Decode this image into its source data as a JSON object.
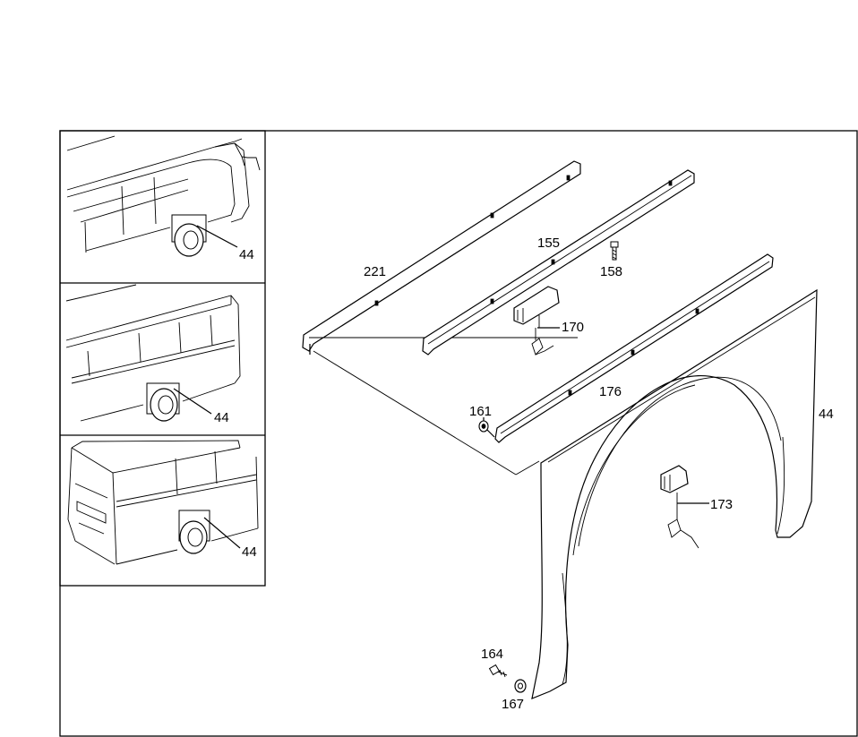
{
  "inset_views": [
    {
      "name": "inset-view-1",
      "callout": "44"
    },
    {
      "name": "inset-view-2",
      "callout": "44"
    },
    {
      "name": "inset-view-3",
      "callout": "44"
    }
  ],
  "main_view": {
    "parts": [
      {
        "name": "callout-221",
        "number": "221"
      },
      {
        "name": "callout-155",
        "number": "155"
      },
      {
        "name": "callout-158",
        "number": "158"
      },
      {
        "name": "callout-170",
        "number": "170"
      },
      {
        "name": "callout-176",
        "number": "176"
      },
      {
        "name": "callout-161",
        "number": "161"
      },
      {
        "name": "callout-44",
        "number": "44"
      },
      {
        "name": "callout-173",
        "number": "173"
      },
      {
        "name": "callout-164",
        "number": "164"
      },
      {
        "name": "callout-167",
        "number": "167"
      }
    ]
  }
}
